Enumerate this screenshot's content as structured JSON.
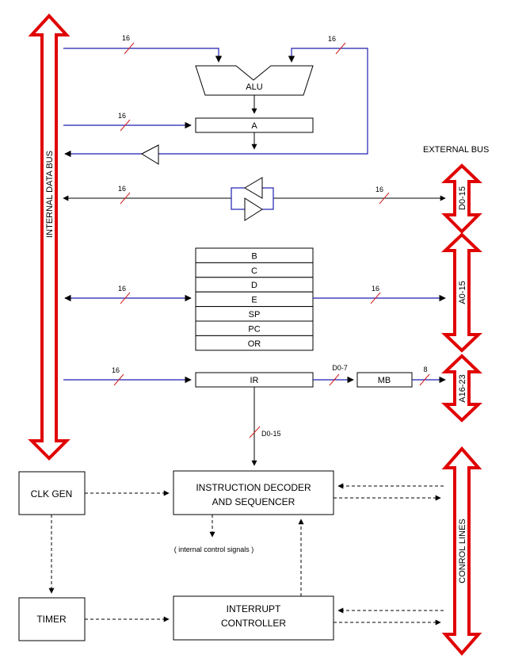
{
  "labels": {
    "internal_bus": "INTERNAL DATA BUS",
    "external_bus": "EXTERNAL BUS",
    "alu": "ALU",
    "acc": "A",
    "ir": "IR",
    "mb": "MB",
    "d015": "D0-15",
    "a015": "A0-15",
    "a1623": "A16-23",
    "control_lines": "CONROL LINES",
    "clk_gen": "CLK GEN",
    "timer": "TIMER",
    "decoder_1": "INSTRUCTION DECODER",
    "decoder_2": "AND SEQUENCER",
    "interrupt_1": "INTERRUPT",
    "interrupt_2": "CONTROLLER",
    "control_signals": "( internal control signals )",
    "ir_bus": "D0-15",
    "ir_mb_bus": "D0-7"
  },
  "registers": [
    "B",
    "C",
    "D",
    "E",
    "SP",
    "PC",
    "OR"
  ],
  "bus_widths": {
    "alu_in_left": "16",
    "alu_in_right": "16",
    "acc_in": "16",
    "data_left": "16",
    "data_right": "16",
    "regs_left": "16",
    "regs_right": "16",
    "ir_in": "16",
    "mb_out": "8"
  }
}
